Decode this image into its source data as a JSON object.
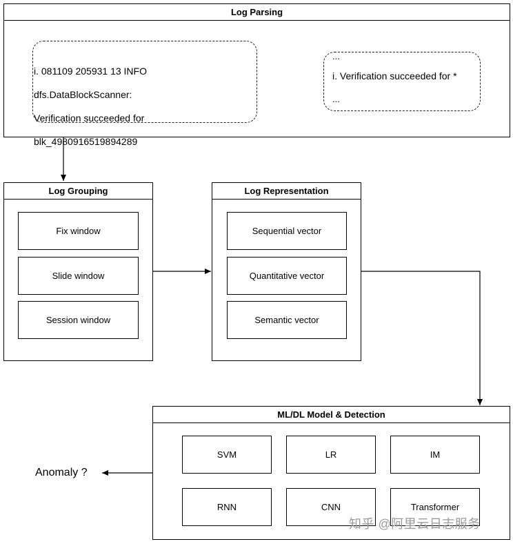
{
  "log_parsing": {
    "title": "Log Parsing",
    "raw_log": {
      "line1": "i. 081109 205931 13 INFO",
      "line2": "dfs.DataBlockScanner:",
      "line3": "Verification succeeded for",
      "line4": "blk_4980916519894289"
    },
    "template": {
      "top_ellipsis": "...",
      "template_line": "i. Verification succeeded for *",
      "bottom_ellipsis": "..."
    }
  },
  "log_grouping": {
    "title": "Log Grouping",
    "items": [
      "Fix window",
      "Slide window",
      "Session window"
    ]
  },
  "log_representation": {
    "title": "Log Representation",
    "items": [
      "Sequential vector",
      "Quantitative vector",
      "Semantic vector"
    ]
  },
  "model_detection": {
    "title": "ML/DL Model & Detection",
    "items": [
      "SVM",
      "LR",
      "IM",
      "RNN",
      "CNN",
      "Transformer"
    ]
  },
  "output": {
    "label": "Anomaly ?"
  },
  "watermark": {
    "text": "知乎 @阿里云日志服务"
  }
}
